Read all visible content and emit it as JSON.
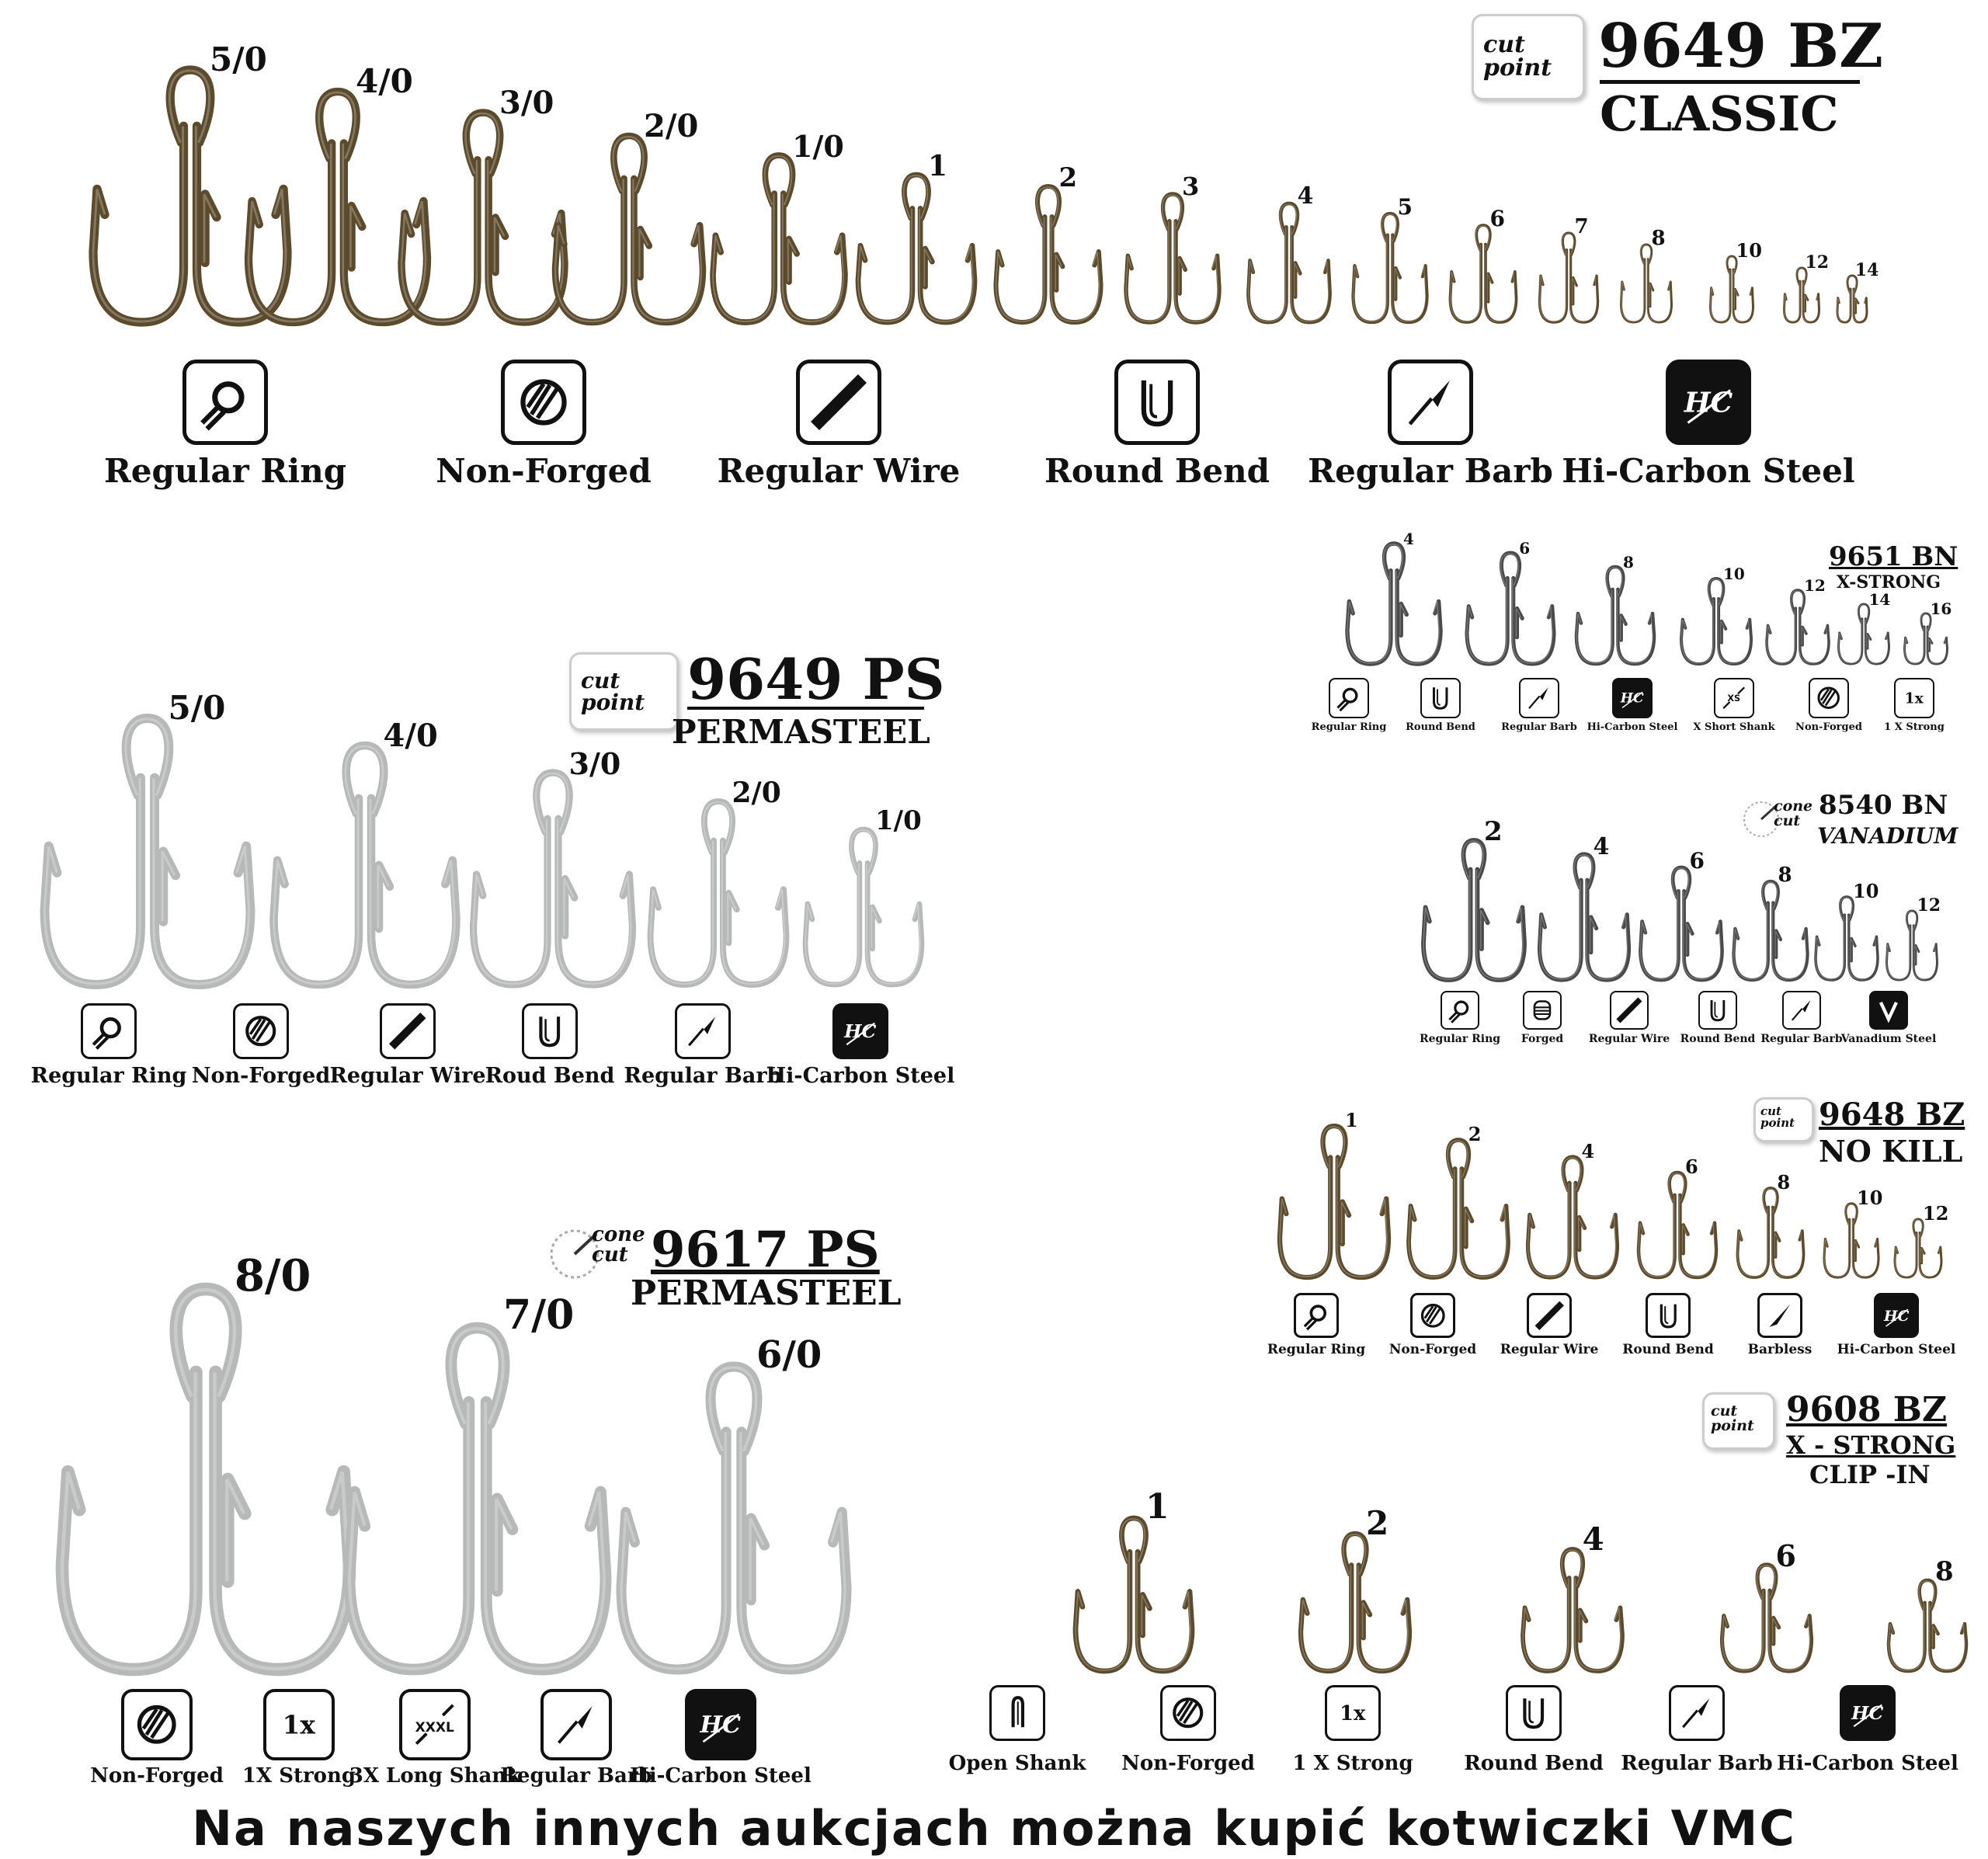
{
  "colors": {
    "bronze": "#5b4a2c",
    "silver": "#b7b9b8",
    "black_nickel": "#4a4a4a",
    "icon_border": "#111111"
  },
  "footer": {
    "text": "Na naszych innych aukcjach można kupić kotwiczki VMC"
  },
  "series": {
    "s9649bz": {
      "brand": "cut point",
      "code": "9649 BZ",
      "subtitle": "CLASSIC",
      "sizes": [
        "5/0",
        "4/0",
        "3/0",
        "2/0",
        "1/0",
        "1",
        "2",
        "3",
        "4",
        "5",
        "6",
        "7",
        "8",
        "10",
        "12",
        "14"
      ],
      "icons": [
        {
          "icon": "regular-ring-icon",
          "label": "Regular Ring"
        },
        {
          "icon": "non-forged-icon",
          "label": "Non-Forged"
        },
        {
          "icon": "regular-wire-icon",
          "label": "Regular Wire"
        },
        {
          "icon": "round-bend-icon",
          "label": "Round Bend"
        },
        {
          "icon": "regular-barb-icon",
          "label": "Regular Barb"
        },
        {
          "icon": "hi-carbon-steel-icon",
          "label": "Hi-Carbon Steel"
        }
      ]
    },
    "s9651bn": {
      "code": "9651 BN",
      "subtitle": "X-STRONG",
      "sizes": [
        "4",
        "6",
        "8",
        "10",
        "12",
        "14",
        "16"
      ],
      "icons": [
        {
          "icon": "regular-ring-icon",
          "label": "Regular Ring"
        },
        {
          "icon": "round-bend-icon",
          "label": "Round Bend"
        },
        {
          "icon": "regular-barb-icon",
          "label": "Regular Barb"
        },
        {
          "icon": "hi-carbon-steel-icon",
          "label": "Hi-Carbon Steel"
        },
        {
          "icon": "x-short-shank-icon",
          "label": "X Short Shank"
        },
        {
          "icon": "non-forged-icon",
          "label": "Non-Forged"
        },
        {
          "icon": "1x-strong-icon",
          "label": "1 X Strong"
        }
      ]
    },
    "s9649ps": {
      "brand": "cut point",
      "code": "9649 PS",
      "subtitle": "PERMASTEEL",
      "sizes": [
        "5/0",
        "4/0",
        "3/0",
        "2/0",
        "1/0"
      ],
      "icons": [
        {
          "icon": "regular-ring-icon",
          "label": "Regular Ring"
        },
        {
          "icon": "non-forged-icon",
          "label": "Non-Forged"
        },
        {
          "icon": "regular-wire-icon",
          "label": "Regular Wire"
        },
        {
          "icon": "round-bend-icon",
          "label": "Roud Bend"
        },
        {
          "icon": "regular-barb-icon",
          "label": "Regular Barb"
        },
        {
          "icon": "hi-carbon-steel-icon",
          "label": "Hi-Carbon Steel"
        }
      ]
    },
    "s8540bn": {
      "brand": "cone cut",
      "code": "8540 BN",
      "subtitle": "VANADIUM",
      "sizes": [
        "2",
        "4",
        "6",
        "8",
        "10",
        "12"
      ],
      "icons": [
        {
          "icon": "regular-ring-icon",
          "label": "Regular Ring"
        },
        {
          "icon": "forged-icon",
          "label": "Forged"
        },
        {
          "icon": "regular-wire-icon",
          "label": "Regular Wire"
        },
        {
          "icon": "round-bend-icon",
          "label": "Round Bend"
        },
        {
          "icon": "regular-barb-icon",
          "label": "Regular Barb"
        },
        {
          "icon": "vanadium-steel-icon",
          "label": "Vanadium Steel"
        }
      ]
    },
    "s9648bz": {
      "brand": "cut point",
      "code": "9648 BZ",
      "subtitle": "NO KILL",
      "sizes": [
        "1",
        "2",
        "4",
        "6",
        "8",
        "10",
        "12"
      ],
      "icons": [
        {
          "icon": "regular-ring-icon",
          "label": "Regular Ring"
        },
        {
          "icon": "non-forged-icon",
          "label": "Non-Forged"
        },
        {
          "icon": "regular-wire-icon",
          "label": "Regular Wire"
        },
        {
          "icon": "round-bend-icon",
          "label": "Round Bend"
        },
        {
          "icon": "barbless-icon",
          "label": "Barbless"
        },
        {
          "icon": "hi-carbon-steel-icon",
          "label": "Hi-Carbon Steel"
        }
      ]
    },
    "s9617ps": {
      "brand": "cone cut",
      "code": "9617 PS",
      "subtitle": "PERMASTEEL",
      "sizes": [
        "8/0",
        "7/0",
        "6/0"
      ],
      "icons": [
        {
          "icon": "non-forged-icon",
          "label": "Non-Forged"
        },
        {
          "icon": "1x-strong-icon",
          "label": "1X Strong"
        },
        {
          "icon": "3x-long-shank-icon",
          "label": "3X Long Shank"
        },
        {
          "icon": "regular-barb-icon",
          "label": "Regular Barb"
        },
        {
          "icon": "hi-carbon-steel-icon",
          "label": "Hi-Carbon Steel"
        }
      ]
    },
    "s9608bz": {
      "brand": "cut point",
      "code": "9608 BZ",
      "subtitle": "X - STRONG",
      "subtitle2": "CLIP -IN",
      "sizes": [
        "1",
        "2",
        "4",
        "6",
        "8"
      ],
      "icons": [
        {
          "icon": "open-shank-icon",
          "label": "Open Shank"
        },
        {
          "icon": "non-forged-icon",
          "label": "Non-Forged"
        },
        {
          "icon": "1x-strong-icon",
          "label": "1 X Strong"
        },
        {
          "icon": "round-bend-icon",
          "label": "Round Bend"
        },
        {
          "icon": "regular-barb-icon",
          "label": "Regular Barb"
        },
        {
          "icon": "hi-carbon-steel-icon",
          "label": "Hi-Carbon Steel"
        }
      ]
    }
  }
}
